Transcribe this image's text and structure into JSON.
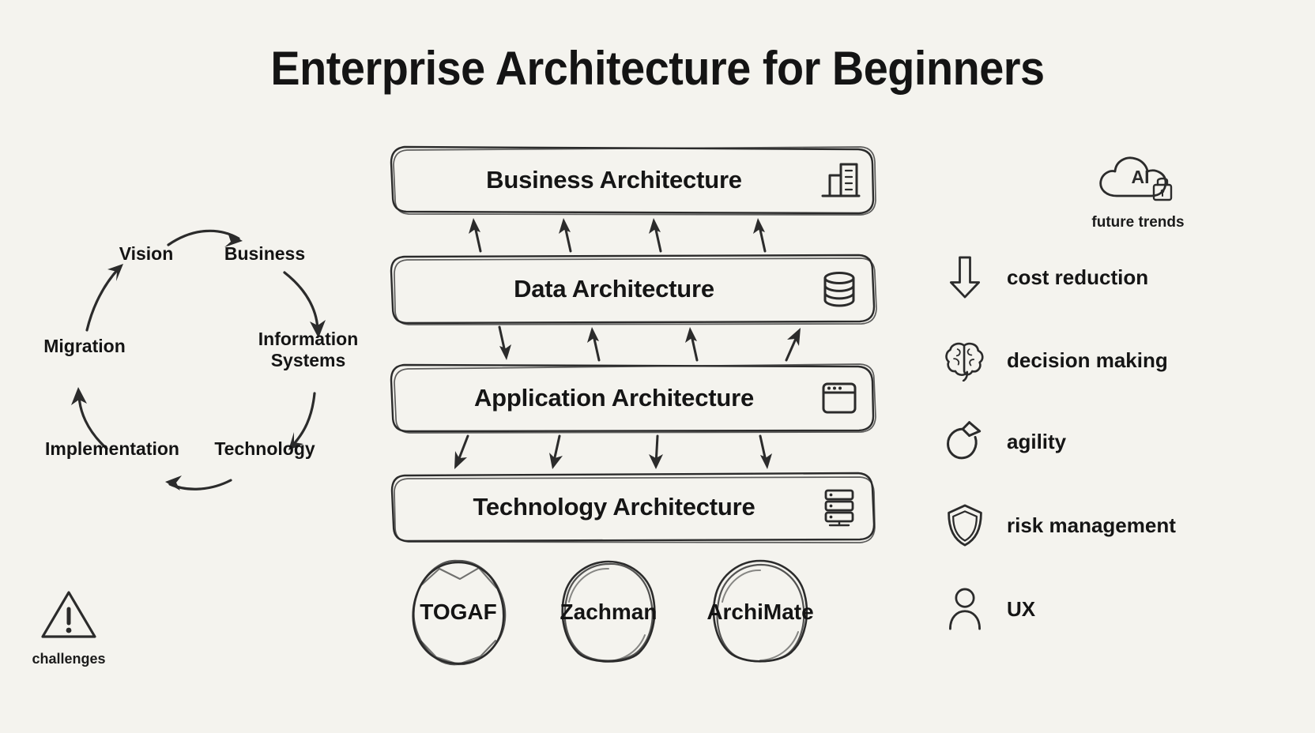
{
  "page": {
    "title": "Enterprise Architecture for Beginners",
    "background_color": "#f4f3ee",
    "ink_color": "#2b2b2b",
    "text_color": "#151515"
  },
  "cycle": {
    "name": "adm-cycle",
    "nodes": [
      {
        "label": "Vision"
      },
      {
        "label": "Business"
      },
      {
        "label": "Information\nSystems"
      },
      {
        "label": "Technology"
      },
      {
        "label": "Implementation"
      },
      {
        "label": "Migration"
      }
    ]
  },
  "stack": {
    "layers": [
      {
        "label": "Business Architecture",
        "icon": "office-building-icon"
      },
      {
        "label": "Data Architecture",
        "icon": "database-icon"
      },
      {
        "label": "Application Architecture",
        "icon": "browser-window-icon"
      },
      {
        "label": "Technology Architecture",
        "icon": "server-rack-icon"
      }
    ]
  },
  "frameworks": [
    {
      "label": "TOGAF"
    },
    {
      "label": "Zachman"
    },
    {
      "label": "ArchiMate"
    }
  ],
  "benefits": [
    {
      "label": "cost reduction",
      "icon": "down-arrow-icon"
    },
    {
      "label": "decision making",
      "icon": "brain-icon"
    },
    {
      "label": "agility",
      "icon": "refresh-arrow-icon"
    },
    {
      "label": "risk management",
      "icon": "shield-icon"
    },
    {
      "label": "UX",
      "icon": "person-icon"
    }
  ],
  "future_trends": {
    "label": "future trends",
    "icon": "ai-cloud-lock-icon",
    "icon_text": "AI"
  },
  "challenges": {
    "label": "challenges",
    "icon": "warning-triangle-icon"
  }
}
